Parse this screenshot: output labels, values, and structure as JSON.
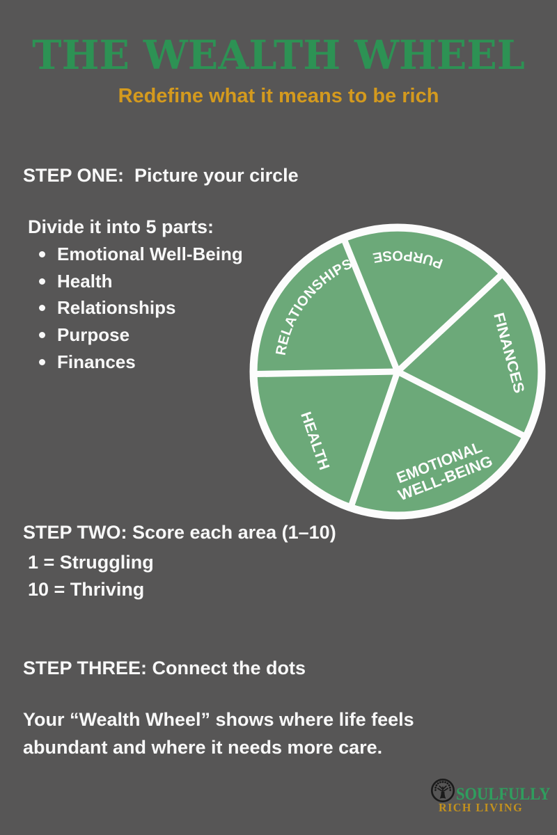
{
  "colors": {
    "background": "#575656",
    "wheel_green": "#6CA979",
    "wheel_lines_white": "#FCFCFC",
    "title_green": "#2D9254",
    "subtitle_gold": "#D49A1E",
    "body_text_white": "#F8F8F8",
    "logo_green": "#2F9E5E",
    "logo_gold": "#C2911E"
  },
  "header": {
    "title": "THE WEALTH WHEEL",
    "subtitle": "Redefine what it means to be rich"
  },
  "step_one": {
    "heading": "STEP ONE:  Picture your circle",
    "instruction": "Divide it into 5 parts:",
    "bullets": [
      "Emotional Well-Being",
      "Health",
      "Relationships",
      "Purpose",
      "Finances"
    ]
  },
  "wheel": {
    "segments": [
      "PURPOSE",
      "FINANCES",
      "EMOTIONAL WELL-BEING",
      "HEALTH",
      "RELATIONSHIPS"
    ],
    "labels": {
      "purpose": "PURPOSE",
      "finances": "FINANCES",
      "emotional_line1": "EMOTIONAL",
      "emotional_line2": "WELL-BEING",
      "health": "HEALTH",
      "relationships": "RELATIONSHIPS"
    }
  },
  "step_two": {
    "heading": "STEP TWO: Score each area (1–10)",
    "scale_min": "1 = Struggling",
    "scale_max": "10 = Thriving"
  },
  "step_three": {
    "heading": "STEP THREE: Connect the dots",
    "description_line1": "Your “Wealth Wheel” shows where life feels",
    "description_line2": "abundant and where it needs more care."
  },
  "logo": {
    "tree_icon": "tree-in-circle",
    "name_primary": "SOULFULLY",
    "name_secondary": "RICH LIVING"
  }
}
